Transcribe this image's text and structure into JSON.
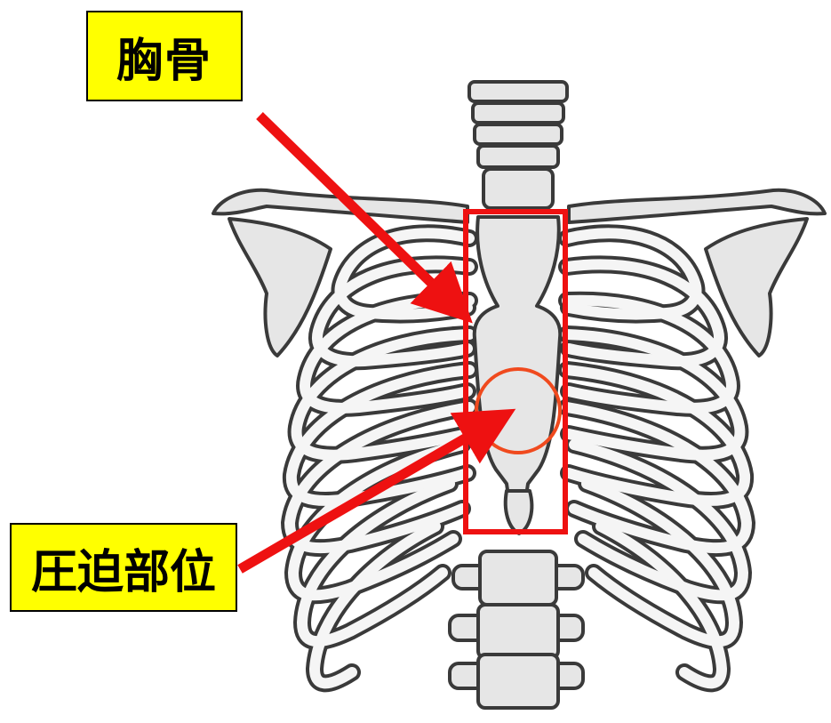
{
  "labels": {
    "sternum": "胸骨",
    "compression_site": "圧迫部位"
  },
  "colors": {
    "label_bg": "#FFFF00",
    "arrow": "#EE1111",
    "highlight_rect": "#EE1111",
    "target_circle": "#F04A1E",
    "bone_fill": "#E6E6E6",
    "bone_outline": "#3A3A3A"
  },
  "icons": {
    "anatomy": "rib-cage-illustration",
    "arrows": "arrow-icon"
  }
}
